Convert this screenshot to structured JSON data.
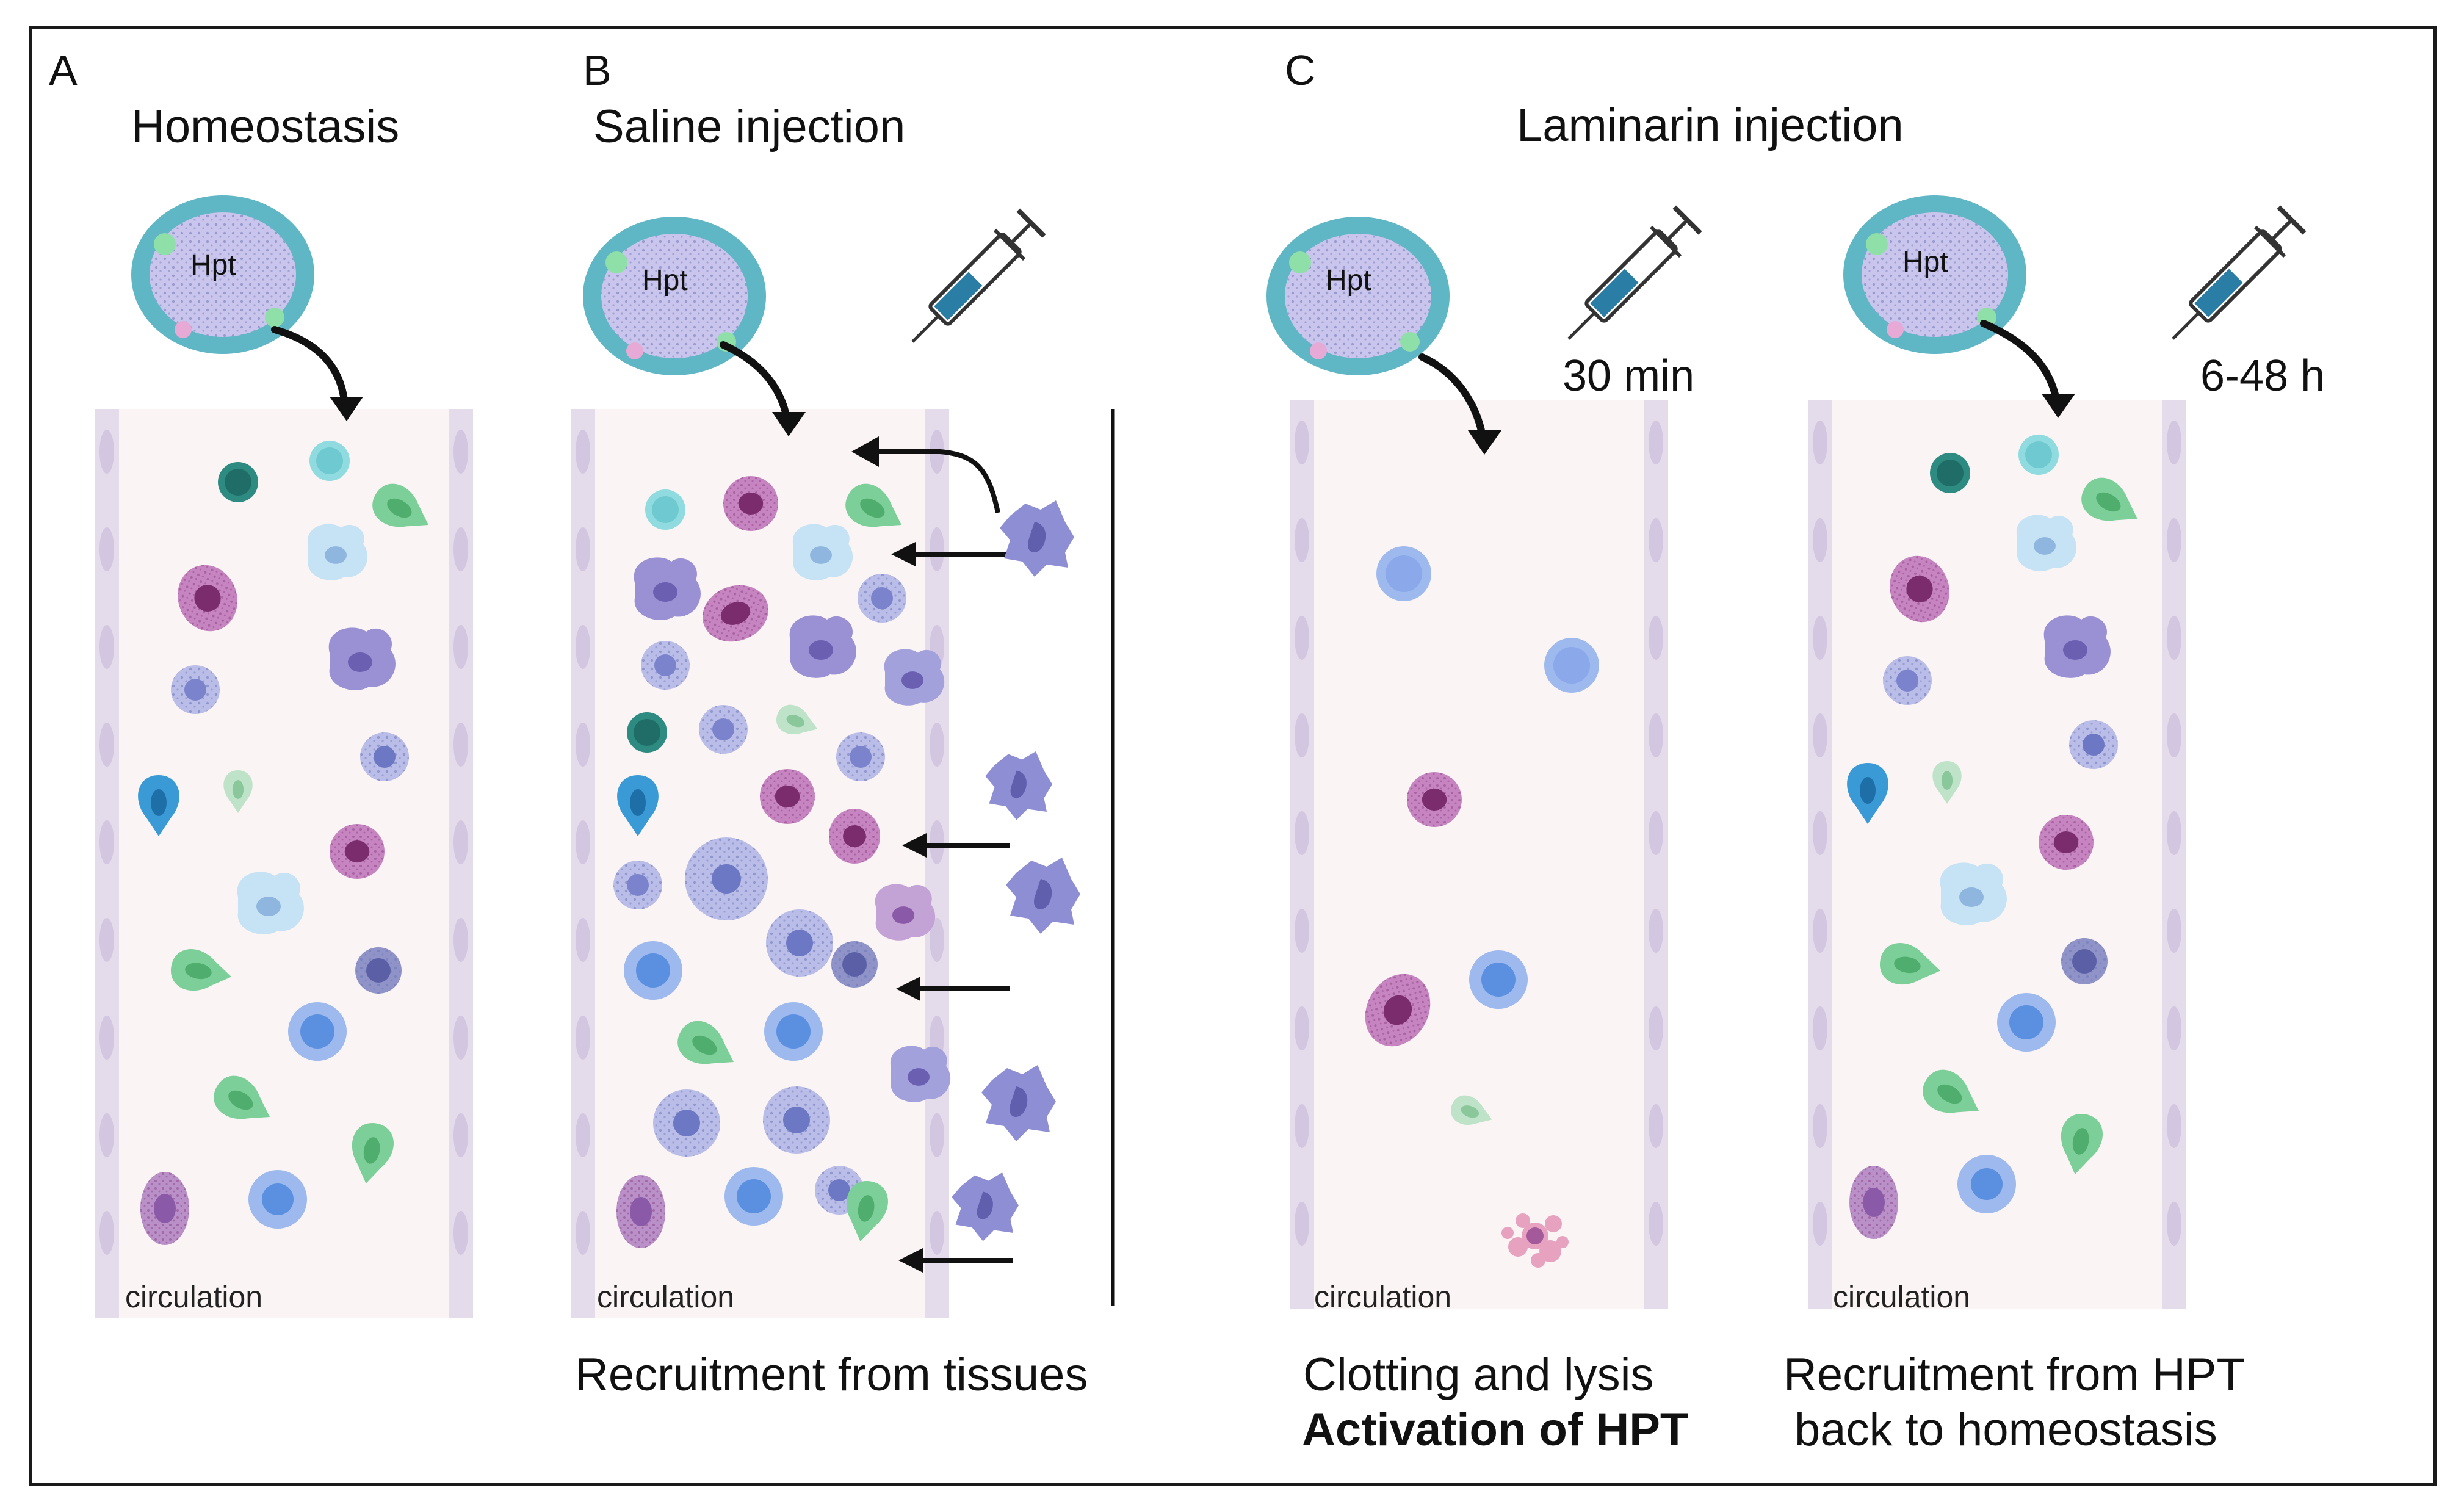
{
  "panels": [
    {
      "letter": "A",
      "title": "Homeostasis",
      "circulation": "circulation",
      "hpt": "Hpt"
    },
    {
      "letter": "B",
      "title": "Saline injection",
      "circulation": "circulation",
      "hpt": "Hpt",
      "caption": "Recruitment from tissues"
    },
    {
      "letter": "C",
      "title": "Laminarin injection",
      "sub": [
        {
          "time": "30 min",
          "hpt": "Hpt",
          "circulation": "circulation",
          "caption_line1": "Clotting and lysis",
          "caption_line2": "Activation of HPT"
        },
        {
          "time": "6-48 h",
          "hpt": "Hpt",
          "circulation": "circulation",
          "caption_line1": "Recruitment from HPT",
          "caption_line2": "back to homeostasis"
        }
      ]
    }
  ],
  "colors": {
    "vessel_fill": "#fbf4f4",
    "vessel_wall": "#e4dcea",
    "cell_granular": "#a7aede",
    "cell_pink": "#b76eaa",
    "cell_green": "#7ccf98",
    "cell_teal": "#2e8b82",
    "cell_cyan": "#8fdbe0",
    "cell_blue": "#9db9ee",
    "cell_purple": "#9a90d4",
    "hpt_teal": "#5fb6c5",
    "syringe_blue": "#2a7ea6"
  }
}
